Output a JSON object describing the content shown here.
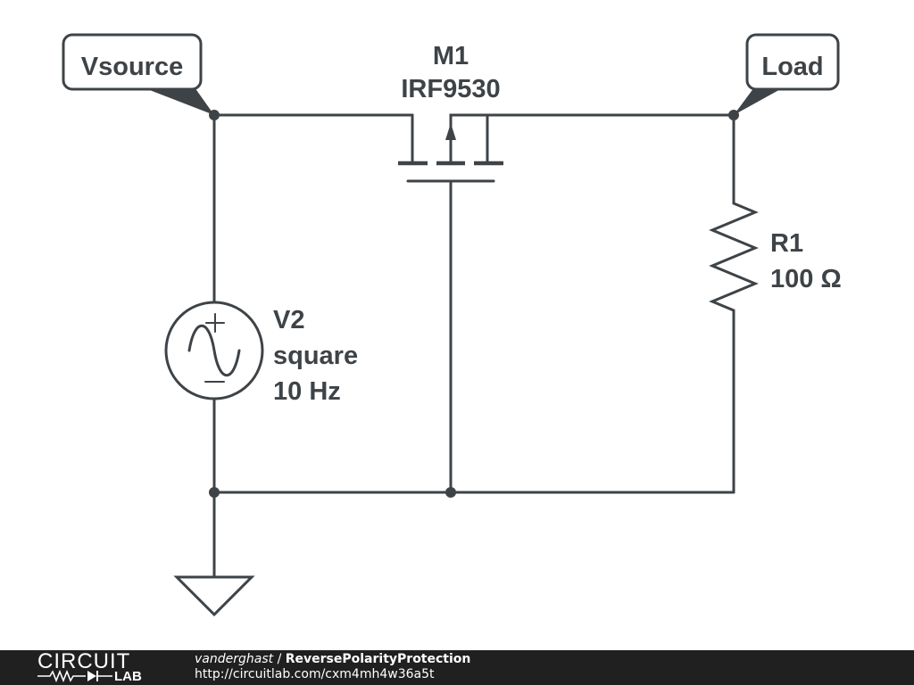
{
  "schematic": {
    "net_labels": {
      "source": "Vsource",
      "load": "Load"
    },
    "mosfet": {
      "designator": "M1",
      "part": "IRF9530"
    },
    "resistor": {
      "designator": "R1",
      "value": "100 Ω"
    },
    "voltage_source": {
      "designator": "V2",
      "waveform": "square",
      "frequency": "10 Hz"
    },
    "colors": {
      "ink": "#3e4347",
      "background": "#ffffff",
      "footer": "#202020"
    }
  },
  "footer": {
    "logo_top": "CIRCUIT",
    "logo_bottom": "LAB",
    "author": "vanderghast",
    "separator": "/",
    "title": "ReversePolarityProtection",
    "url": "http://circuitlab.com/cxm4mh4w36a5t"
  }
}
